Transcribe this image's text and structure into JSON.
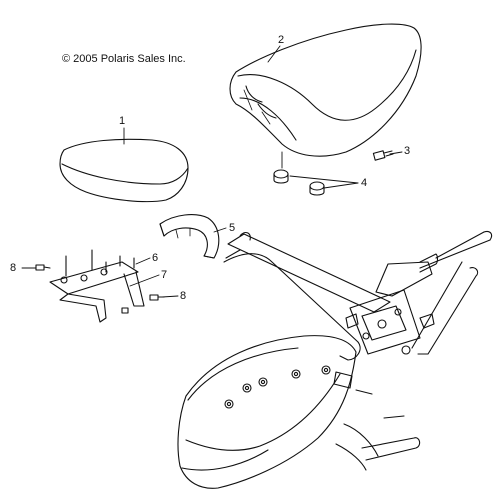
{
  "copyright": "© 2005 Polaris Sales Inc.",
  "callouts": {
    "seat": "2",
    "passenger_pad": "1",
    "screw": "3",
    "grommet": "4",
    "bracket_cover": "5",
    "stud": "6",
    "mount_bracket": "7",
    "bolt_left": "8",
    "bolt_right": "8"
  },
  "colors": {
    "line": "#111111",
    "paper": "#ffffff"
  }
}
